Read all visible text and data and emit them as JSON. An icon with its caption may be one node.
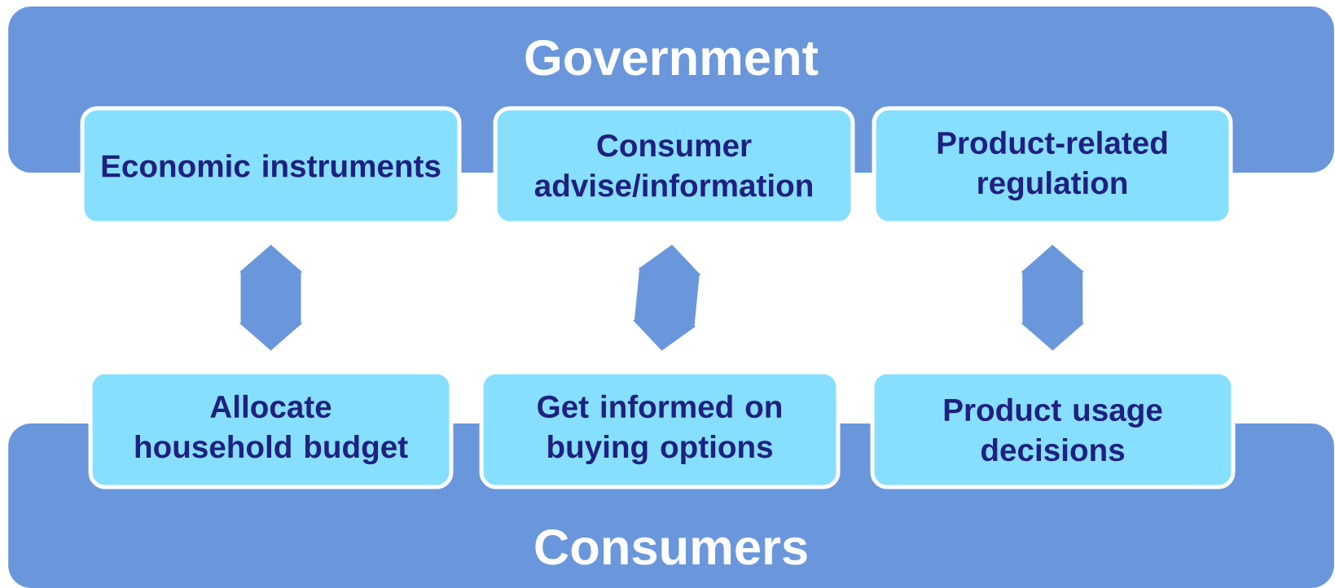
{
  "diagram": {
    "nodes": [
      {
        "text": [
          "Government"
        ]
      },
      {
        "text": [
          "Economic instruments"
        ]
      },
      {
        "text": [
          "Consumer advise/information"
        ]
      },
      {
        "text": [
          "Product-related regulation"
        ]
      },
      {
        "text": [
          "Allocate household budget"
        ]
      },
      {
        "text": [
          "Get informed on buying options"
        ]
      },
      {
        "text": [
          "Product usage decisions"
        ]
      },
      {
        "text": [
          "Consumers"
        ]
      }
    ],
    "edges": [
      {
        "from": 1,
        "to": 4,
        "arrow": "both"
      },
      {
        "from": 2,
        "to": 5,
        "arrow": "both"
      },
      {
        "from": 3,
        "to": 6,
        "arrow": "both"
      }
    ]
  }
}
